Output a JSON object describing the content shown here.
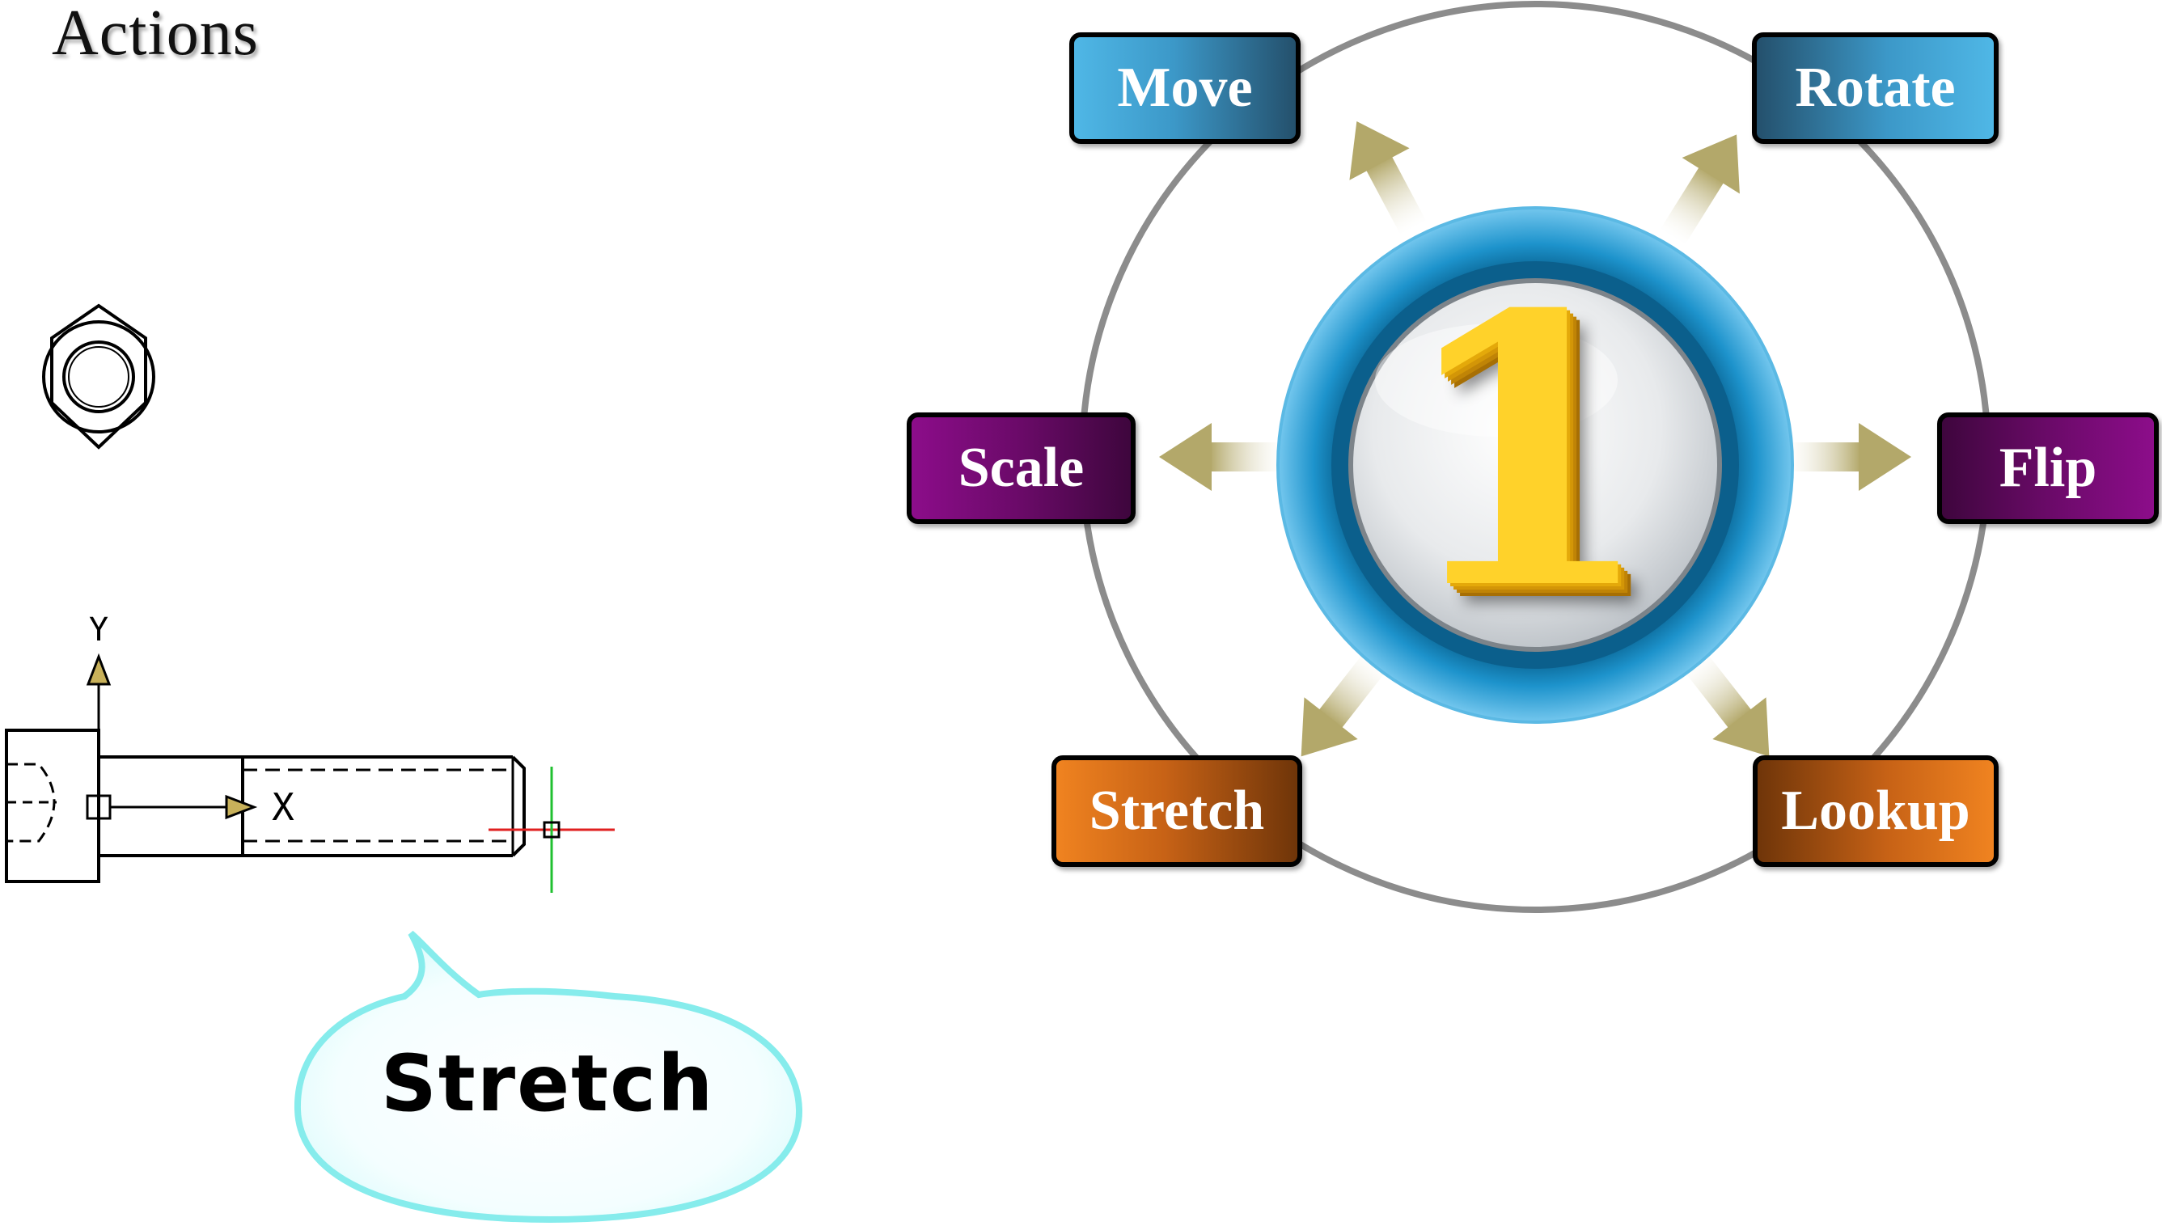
{
  "title": "Actions",
  "hub": {
    "number": "1"
  },
  "actions": {
    "move": "Move",
    "rotate": "Rotate",
    "scale": "Scale",
    "flip": "Flip",
    "stretch": "Stretch",
    "lookup": "Lookup"
  },
  "drawing": {
    "axis_x": "X",
    "axis_y": "Y"
  },
  "bubble": {
    "text": "Stretch"
  },
  "colors": {
    "blue": "#3c98c8",
    "purple": "#6a0a68",
    "orange": "#c76216",
    "ring": "#1b8fc4",
    "arrow": "#b9b07a",
    "number": "#ffd22a"
  }
}
